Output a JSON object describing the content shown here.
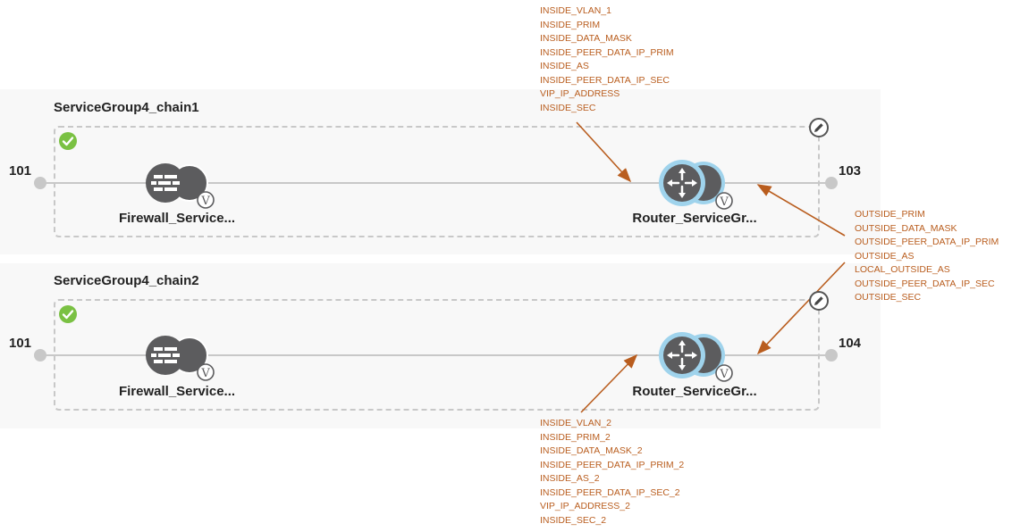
{
  "colors": {
    "annotation": "#b95d1e",
    "status_ok": "#7ac143",
    "node_dark": "#5c5c5e",
    "node_ring": "#9fd3ec",
    "line": "#c8c8c8",
    "endpoint": "#c8c8c8"
  },
  "chains": [
    {
      "title": "ServiceGroup4_chain1",
      "status": "check-icon",
      "ingress": "101",
      "egress": "103",
      "nodes": [
        {
          "type": "firewall",
          "icon": "firewall-icon",
          "badge": "V",
          "label": "Firewall_Service..."
        },
        {
          "type": "router",
          "icon": "router-icon",
          "badge": "V",
          "label": "Router_ServiceGr..."
        }
      ]
    },
    {
      "title": "ServiceGroup4_chain2",
      "status": "check-icon",
      "ingress": "101",
      "egress": "104",
      "nodes": [
        {
          "type": "firewall",
          "icon": "firewall-icon",
          "badge": "V",
          "label": "Firewall_Service..."
        },
        {
          "type": "router",
          "icon": "router-icon",
          "badge": "V",
          "label": "Router_ServiceGr..."
        }
      ]
    }
  ],
  "annotations": {
    "inside_chain1": [
      "INSIDE_VLAN_1",
      "INSIDE_PRIM",
      "INSIDE_DATA_MASK",
      "INSIDE_PEER_DATA_IP_PRIM",
      "INSIDE_AS",
      "INSIDE_PEER_DATA_IP_SEC",
      "VIP_IP_ADDRESS",
      "INSIDE_SEC"
    ],
    "outside": [
      "OUTSIDE_PRIM",
      "OUTSIDE_DATA_MASK",
      "OUTSIDE_PEER_DATA_IP_PRIM",
      "OUTSIDE_AS",
      "LOCAL_OUTSIDE_AS",
      "OUTSIDE_PEER_DATA_IP_SEC",
      "OUTSIDE_SEC"
    ],
    "inside_chain2": [
      "INSIDE_VLAN_2",
      "INSIDE_PRIM_2",
      "INSIDE_DATA_MASK_2",
      "INSIDE_PEER_DATA_IP_PRIM_2",
      "INSIDE_AS_2",
      "INSIDE_PEER_DATA_IP_SEC_2",
      "VIP_IP_ADDRESS_2",
      "INSIDE_SEC_2"
    ]
  }
}
